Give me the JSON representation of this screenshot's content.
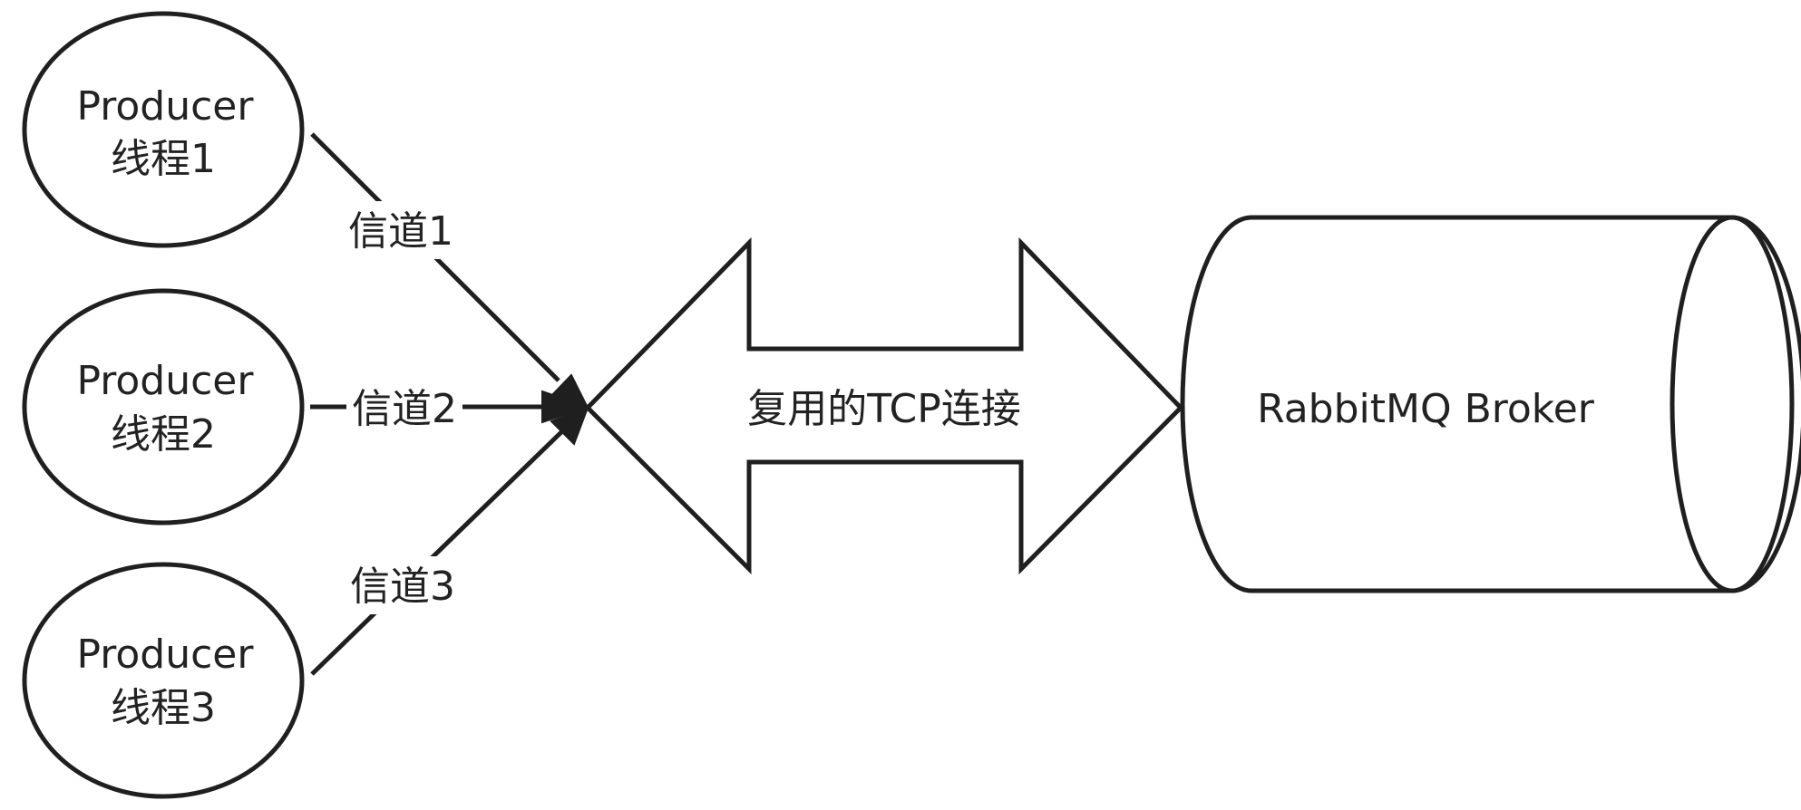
{
  "producers": [
    {
      "name": "Producer",
      "thread": "线程1"
    },
    {
      "name": "Producer",
      "thread": "线程2"
    },
    {
      "name": "Producer",
      "thread": "线程3"
    }
  ],
  "channels": [
    "信道1",
    "信道2",
    "信道3"
  ],
  "connection": {
    "label": "复用的TCP连接"
  },
  "broker": {
    "label": "RabbitMQ Broker"
  }
}
